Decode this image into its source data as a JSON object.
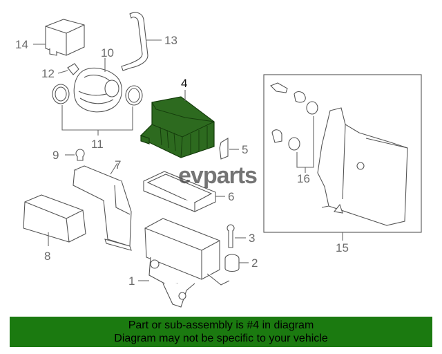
{
  "callouts": {
    "c1": "1",
    "c2": "2",
    "c3": "3",
    "c4": "4",
    "c5": "5",
    "c6": "6",
    "c7": "7",
    "c8": "8",
    "c9": "9",
    "c10": "10",
    "c11": "11",
    "c12": "12",
    "c13": "13",
    "c14": "14",
    "c15": "15",
    "c16": "16"
  },
  "watermark": "evparts",
  "highlight_color": "#2d6a1f",
  "banner": {
    "line1": "Part or sub-assembly is #4 in diagram",
    "line2": "Diagram may not be specific to your vehicle",
    "color": "#1b7a10"
  }
}
